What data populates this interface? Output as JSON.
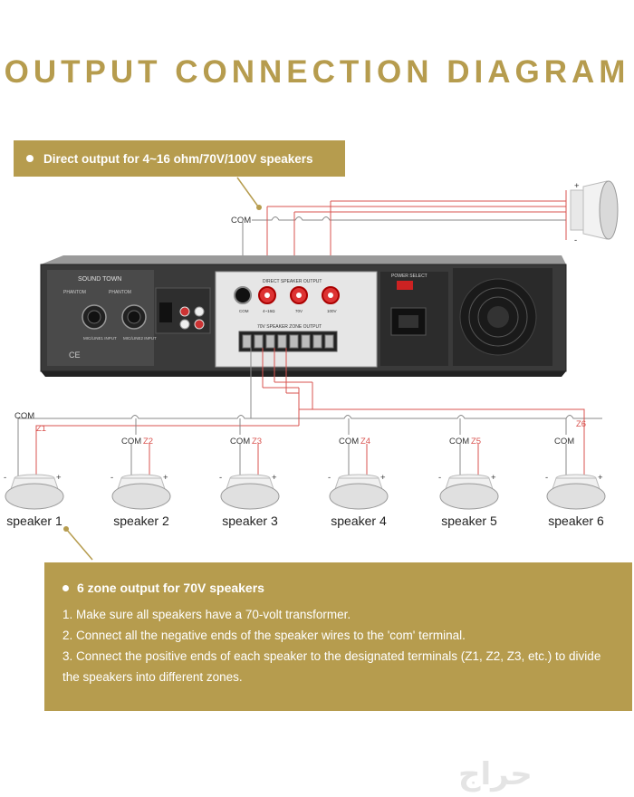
{
  "title": "OUTPUT CONNECTION DIAGRAM",
  "direct_output_note": "Direct output for 4~16 ohm/70V/100V speakers",
  "com_label": "COM",
  "amp": {
    "brand": "SOUND TOWN",
    "direct_output_panel": "DIRECT SPEAKER OUTPUT",
    "zone_output_panel": "70V SPEAKER ZONE OUTPUT",
    "power_select": "POWER SELECT",
    "phantom_1": "PHANTOM",
    "phantom_2": "PHANTOM",
    "mic_input_1": "MIC/LINE1 INPUT",
    "mic_input_2": "MIC/LINE2 INPUT",
    "terminal_com": "COM",
    "terminal_4_16": "4~16Ω",
    "terminal_70v": "70V",
    "terminal_100v": "100V"
  },
  "zones": [
    "Z1",
    "Z2",
    "Z3",
    "Z4",
    "Z5",
    "Z6"
  ],
  "speakers": [
    "speaker 1",
    "speaker 2",
    "speaker 3",
    "speaker 4",
    "speaker 5",
    "speaker 6"
  ],
  "polarity": {
    "minus": "-",
    "plus": "+"
  },
  "zone_panel": {
    "heading": "6 zone output for 70V speakers",
    "steps": [
      "1. Make sure all speakers have a 70-volt transformer.",
      "2. Connect all the negative ends of the speaker wires to the 'com' terminal.",
      "3. Connect the positive ends of each speaker to the designated terminals (Z1, Z2, Z3, etc.) to divide the speakers into different zones."
    ]
  },
  "watermark": "حراج",
  "colors": {
    "gold": "#b69c4e",
    "wire_red": "#d9534f",
    "wire_gray": "#888888"
  }
}
